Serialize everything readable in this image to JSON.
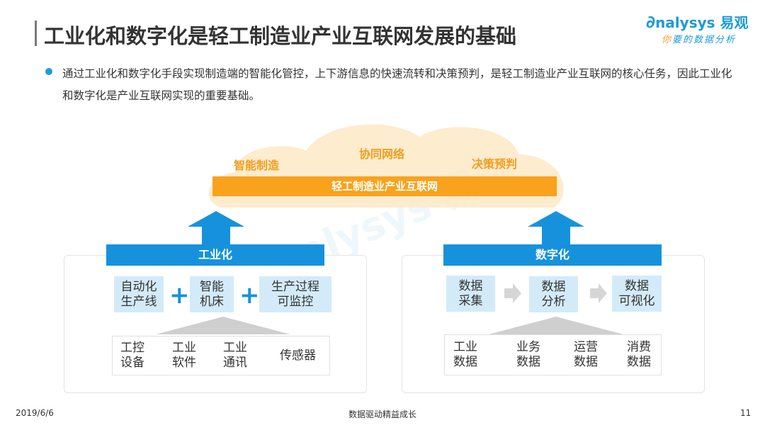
{
  "header": {
    "title": "工业化和数字化是轻工制造业产业互联网发展的基础",
    "logo": {
      "brand": "nalysys",
      "brand_cn": "易观",
      "tagline_first": "你",
      "tagline_rest": "要的数据分析"
    }
  },
  "intro": {
    "text": "通过工业化和数字化手段实现制造端的智能化管控，上下游信息的快速流转和决策预判，是轻工制造业产业互联网的核心任务，因此工业化和数字化是产业互联网实现的重要基础。"
  },
  "cloud": {
    "labels": [
      "智能制造",
      "协同网络",
      "决策预判"
    ],
    "bar": "轻工制造业产业互联网"
  },
  "industrialization": {
    "title": "工业化",
    "items": [
      [
        "自动化",
        "生产线"
      ],
      [
        "智能",
        "机床"
      ],
      [
        "生产过程",
        "可监控"
      ]
    ],
    "plus": "+",
    "base": [
      [
        "工控",
        "设备"
      ],
      [
        "工业",
        "软件"
      ],
      [
        "工业",
        "通讯"
      ],
      [
        "传感器",
        ""
      ]
    ]
  },
  "digitalization": {
    "title": "数字化",
    "items": [
      [
        "数据",
        "采集"
      ],
      [
        "数据",
        "分析"
      ],
      [
        "数据",
        "可视化"
      ]
    ],
    "base": [
      [
        "工业",
        "数据"
      ],
      [
        "业务",
        "数据"
      ],
      [
        "运营",
        "数据"
      ],
      [
        "消费",
        "数据"
      ]
    ]
  },
  "footer": {
    "date": "2019/6/6",
    "slogan": "数据驱动精益成长",
    "page": "11"
  },
  "colors": {
    "blue": "#1692dc",
    "orange": "#f9a21b",
    "cloud": "#fde9c6",
    "item": "#d3ebf9"
  }
}
